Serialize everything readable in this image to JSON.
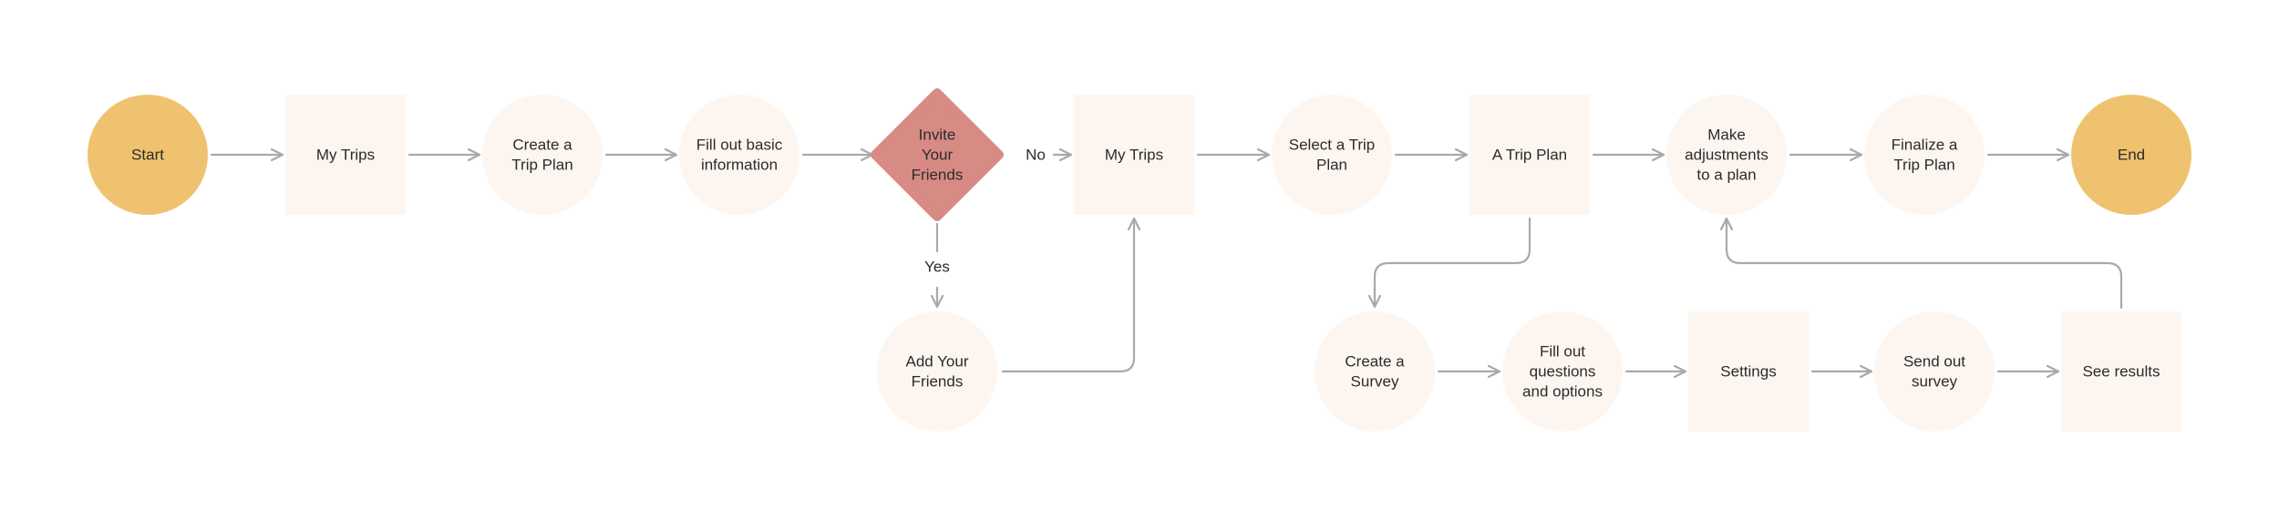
{
  "colors": {
    "terminal": "#EFC270",
    "step": "#FDF6F0",
    "decision": "#D88A84",
    "connector": "#A9A9A9",
    "text": "#2B2B2B"
  },
  "nodes": {
    "start": {
      "shape": "circle",
      "lines": [
        "Start"
      ]
    },
    "my_trips_1": {
      "shape": "square",
      "lines": [
        "My Trips"
      ]
    },
    "create_trip_plan": {
      "shape": "circle",
      "lines": [
        "Create a",
        "Trip Plan"
      ]
    },
    "fill_basic_info": {
      "shape": "circle",
      "lines": [
        "Fill out basic",
        "information"
      ]
    },
    "invite_friends": {
      "shape": "diamond",
      "lines": [
        "Invite",
        "Your",
        "Friends"
      ]
    },
    "my_trips_2": {
      "shape": "square",
      "lines": [
        "My Trips"
      ]
    },
    "select_trip_plan": {
      "shape": "circle",
      "lines": [
        "Select a Trip",
        "Plan"
      ]
    },
    "a_trip_plan": {
      "shape": "square",
      "lines": [
        "A Trip Plan"
      ]
    },
    "make_adjustments": {
      "shape": "circle",
      "lines": [
        "Make",
        "adjustments",
        "to a plan"
      ]
    },
    "finalize_trip_plan": {
      "shape": "circle",
      "lines": [
        "Finalize a",
        "Trip Plan"
      ]
    },
    "end": {
      "shape": "circle",
      "lines": [
        "End"
      ]
    },
    "add_friends": {
      "shape": "circle",
      "lines": [
        "Add Your",
        "Friends"
      ]
    },
    "create_survey": {
      "shape": "circle",
      "lines": [
        "Create a",
        "Survey"
      ]
    },
    "fill_questions": {
      "shape": "circle",
      "lines": [
        "Fill out",
        "questions",
        "and options"
      ]
    },
    "settings": {
      "shape": "square",
      "lines": [
        "Settings"
      ]
    },
    "send_survey": {
      "shape": "circle",
      "lines": [
        "Send out",
        "survey"
      ]
    },
    "see_results": {
      "shape": "square",
      "lines": [
        "See results"
      ]
    }
  },
  "edges": [
    {
      "from": "start",
      "to": "my_trips_1",
      "label": ""
    },
    {
      "from": "my_trips_1",
      "to": "create_trip_plan",
      "label": ""
    },
    {
      "from": "create_trip_plan",
      "to": "fill_basic_info",
      "label": ""
    },
    {
      "from": "fill_basic_info",
      "to": "invite_friends",
      "label": ""
    },
    {
      "from": "invite_friends",
      "to": "my_trips_2",
      "label": "No"
    },
    {
      "from": "invite_friends",
      "to": "add_friends",
      "label": "Yes"
    },
    {
      "from": "add_friends",
      "to": "my_trips_2",
      "label": ""
    },
    {
      "from": "my_trips_2",
      "to": "select_trip_plan",
      "label": ""
    },
    {
      "from": "select_trip_plan",
      "to": "a_trip_plan",
      "label": ""
    },
    {
      "from": "a_trip_plan",
      "to": "make_adjustments",
      "label": ""
    },
    {
      "from": "a_trip_plan",
      "to": "create_survey",
      "label": ""
    },
    {
      "from": "make_adjustments",
      "to": "finalize_trip_plan",
      "label": ""
    },
    {
      "from": "finalize_trip_plan",
      "to": "end",
      "label": ""
    },
    {
      "from": "create_survey",
      "to": "fill_questions",
      "label": ""
    },
    {
      "from": "fill_questions",
      "to": "settings",
      "label": ""
    },
    {
      "from": "settings",
      "to": "send_survey",
      "label": ""
    },
    {
      "from": "send_survey",
      "to": "see_results",
      "label": ""
    },
    {
      "from": "see_results",
      "to": "make_adjustments",
      "label": ""
    }
  ]
}
